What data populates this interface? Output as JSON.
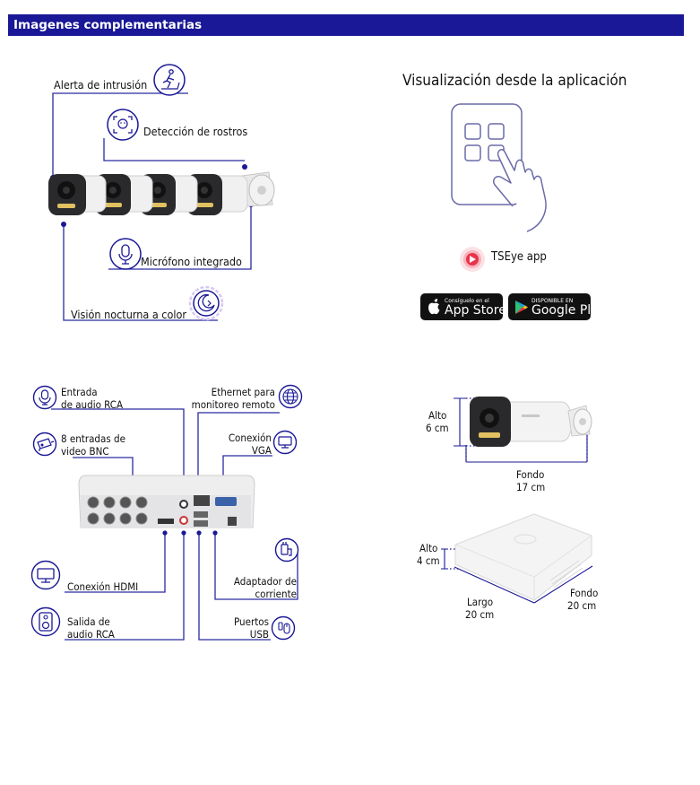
{
  "header": {
    "title": "Imagenes complementarias"
  },
  "camera_kit": {
    "intrusion": "Alerta de intrusión",
    "face": "Detección de rostros",
    "mic": "Micrófono integrado",
    "night": "Visión nocturna a color"
  },
  "app": {
    "title": "Visualización desde la aplicación",
    "name": "TSEye app",
    "appstore_small": "Consíguelo en el",
    "appstore_big": "App Store",
    "googleplay_small": "DISPONIBLE EN",
    "googleplay_big": "Google Play"
  },
  "dvr": {
    "audio_in_1": "Entrada",
    "audio_in_2": "de audio RCA",
    "bnc_1": "8 entradas de",
    "bnc_2": "video BNC",
    "eth_1": "Ethernet para",
    "eth_2": "monitoreo remoto",
    "vga_1": "Conexión",
    "vga_2": "VGA",
    "hdmi": "Conexión HDMI",
    "power_1": "Adaptador de",
    "power_2": "corriente",
    "audio_out_1": "Salida de",
    "audio_out_2": "audio RCA",
    "usb_1": "Puertos",
    "usb_2": "USB"
  },
  "dimensions": {
    "cam_height_label": "Alto",
    "cam_height_value": "6 cm",
    "cam_depth_label": "Fondo",
    "cam_depth_value": "17 cm",
    "dvr_height_label": "Alto",
    "dvr_height_value": "4 cm",
    "dvr_length_label": "Largo",
    "dvr_length_value": "20 cm",
    "dvr_depth_label": "Fondo",
    "dvr_depth_value": "20 cm"
  },
  "colors": {
    "brand_blue": "#1a1896",
    "line_blue": "#2a2aa0",
    "app_red": "#e8344a"
  }
}
